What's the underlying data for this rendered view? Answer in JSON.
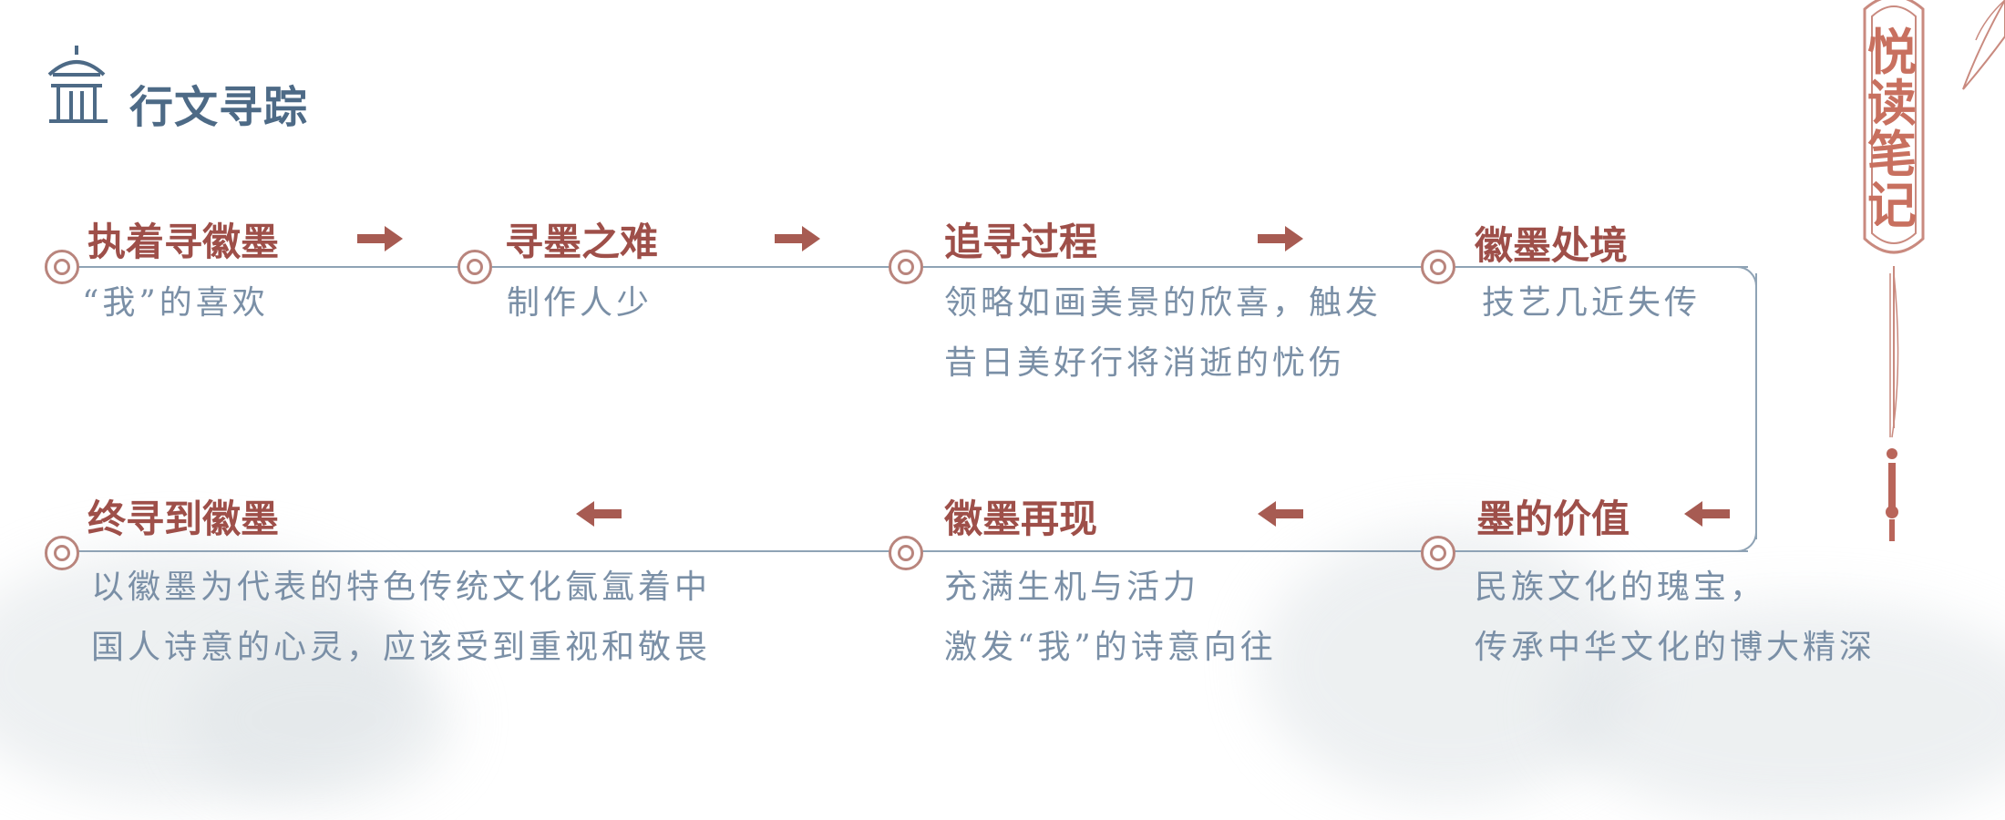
{
  "header": {
    "title": "行文寻踪",
    "icon": "pavilion-icon"
  },
  "badge": {
    "text": "悦读笔记"
  },
  "timeline": {
    "steps": [
      {
        "title": "执着寻徽墨",
        "lines": [
          "“我”的喜欢"
        ]
      },
      {
        "title": "寻墨之难",
        "lines": [
          "制作人少"
        ]
      },
      {
        "title": "追寻过程",
        "lines": [
          "领略如画美景的欣喜，触发",
          "昔日美好行将消逝的忧伤"
        ]
      },
      {
        "title": "徽墨处境",
        "lines": [
          "技艺几近失传"
        ]
      },
      {
        "title": "墨的价值",
        "lines": [
          "民族文化的瑰宝，",
          "传承中华文化的博大精深"
        ]
      },
      {
        "title": "徽墨再现",
        "lines": [
          "充满生机与活力",
          "激发“我”的诗意向往"
        ]
      },
      {
        "title": "终寻到徽墨",
        "lines": [
          "以徽墨为代表的特色传统文化氤氲着中",
          "国人诗意的心灵，应该受到重视和敬畏"
        ]
      }
    ]
  },
  "colors": {
    "title_red": "#9e4f49",
    "desc_blue": "#7a8fa6",
    "line": "#8fa3b5",
    "header_blue": "#4d6a86",
    "badge": "#c8705f"
  }
}
